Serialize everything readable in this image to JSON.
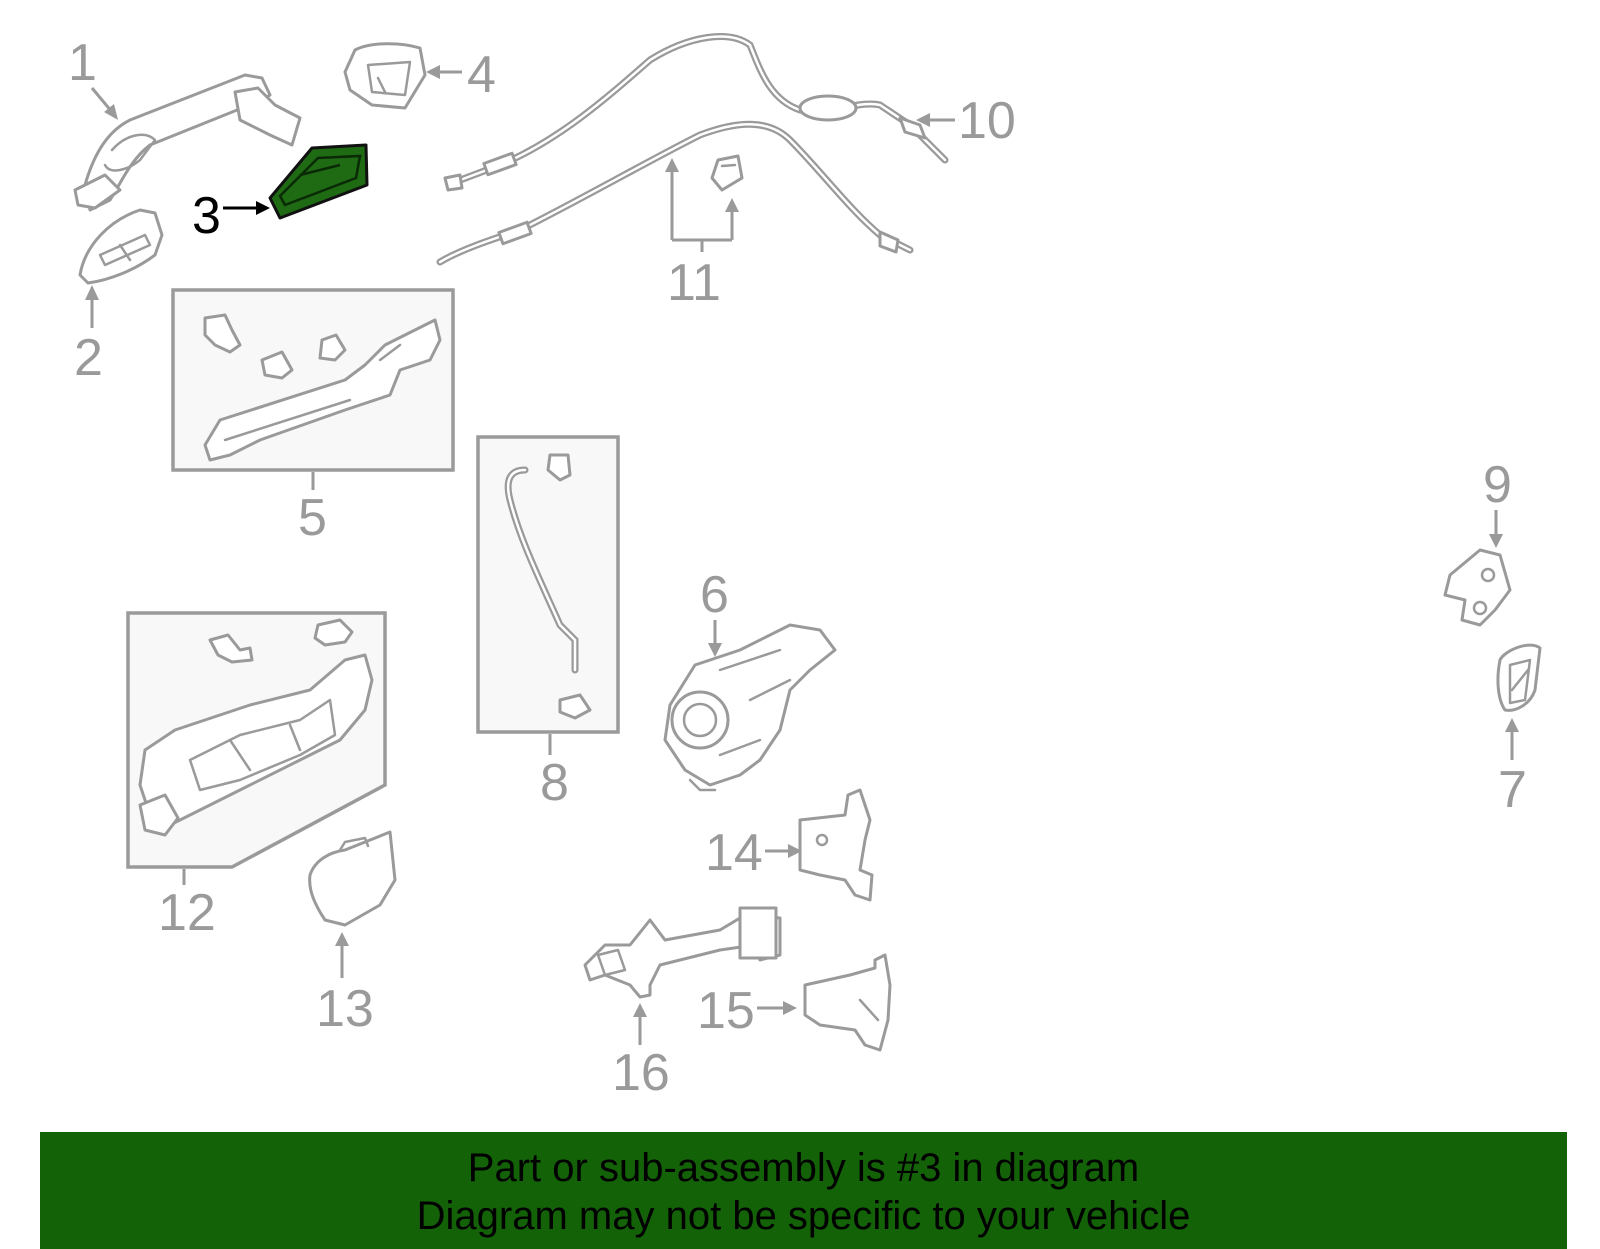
{
  "diagram": {
    "callouts": [
      "1",
      "2",
      "3",
      "4",
      "5",
      "6",
      "7",
      "8",
      "9",
      "10",
      "11",
      "12",
      "13",
      "14",
      "15",
      "16"
    ],
    "highlighted_callout": "3",
    "colors": {
      "highlight": "#1e6b14",
      "line_art": "#9a9a9a",
      "banner_background": "#136208"
    }
  },
  "banner": {
    "line1": "Part or sub-assembly is #3 in diagram",
    "line2": "Diagram may not be specific to your vehicle"
  }
}
